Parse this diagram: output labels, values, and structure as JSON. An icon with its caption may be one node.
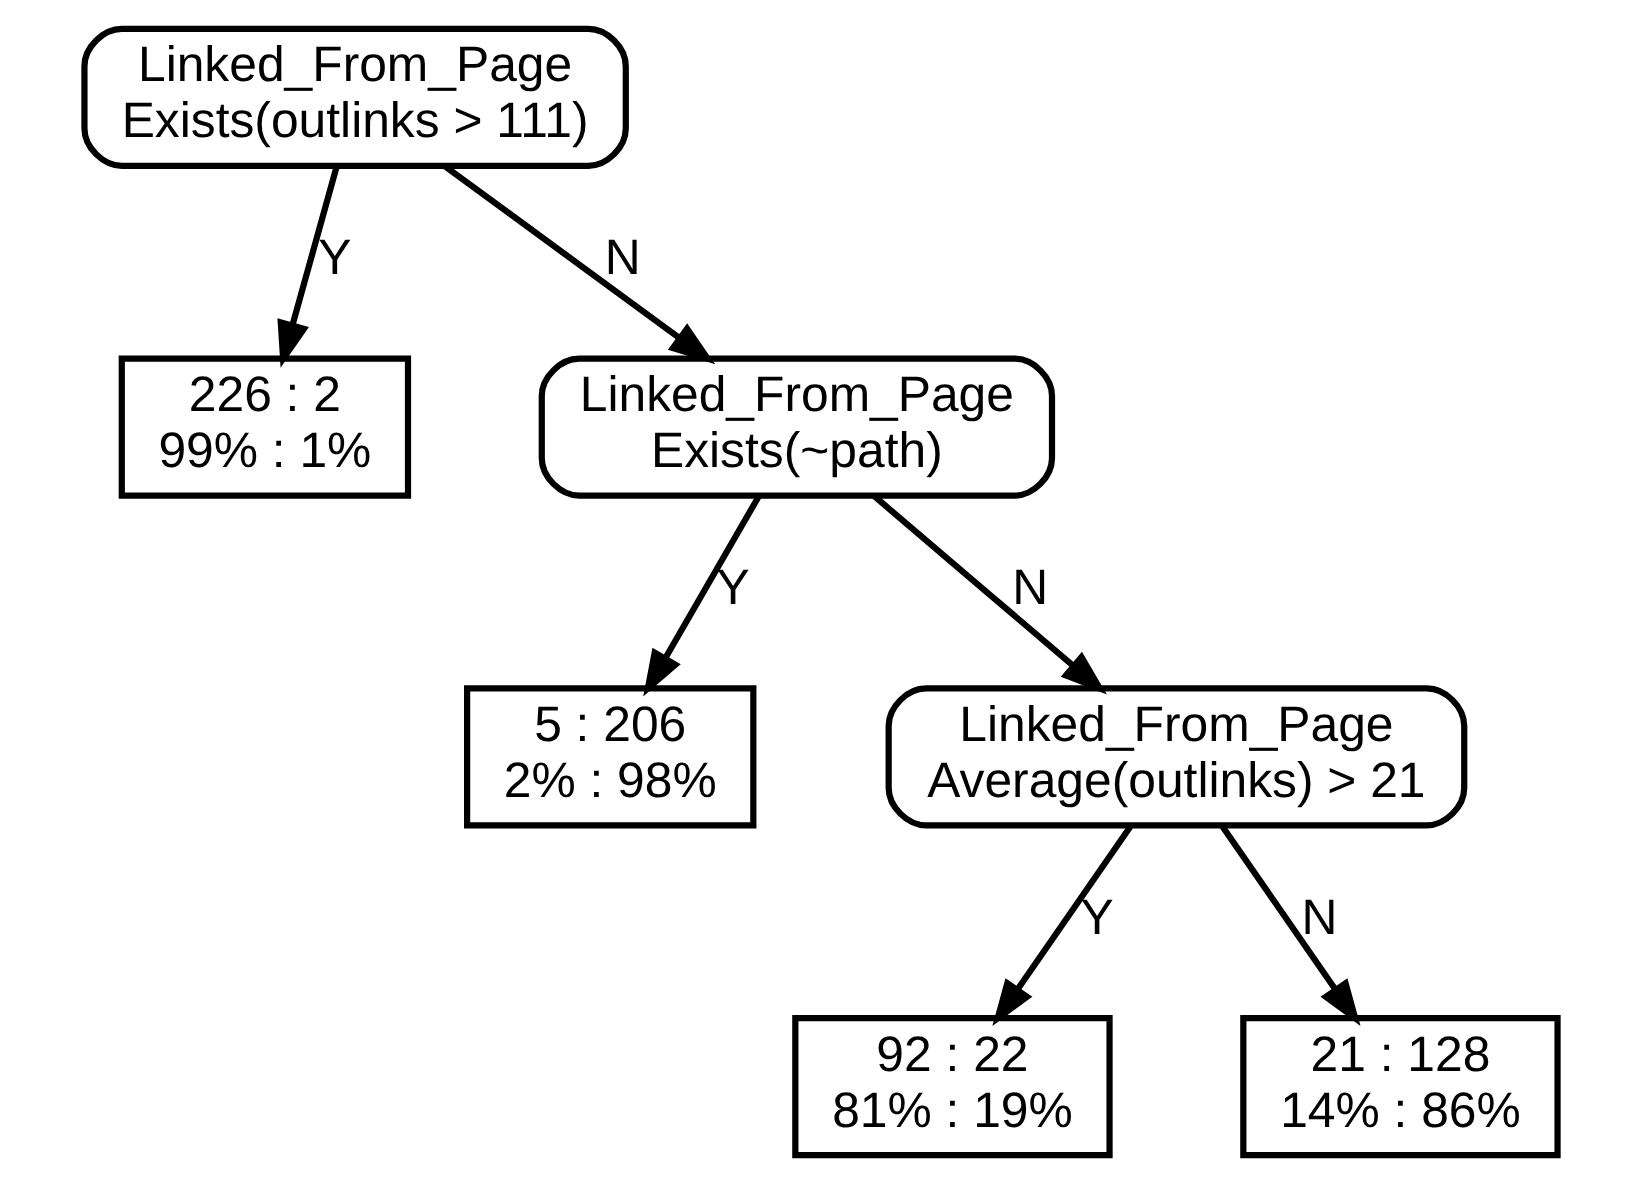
{
  "diagram": {
    "nodes": [
      {
        "text": [
          "Linked_From_Page",
          "Exists(outlinks > 111)"
        ]
      },
      {
        "text": [
          "226 : 2",
          "99% : 1%"
        ]
      },
      {
        "text": [
          "Linked_From_Page",
          "Exists(~path)"
        ]
      },
      {
        "text": [
          "5 : 206",
          "2% : 98%"
        ]
      },
      {
        "text": [
          "Linked_From_Page",
          "Average(outlinks) > 21"
        ]
      },
      {
        "text": [
          "92 : 22",
          "81% : 19%"
        ]
      },
      {
        "text": [
          "21 : 128",
          "14% : 86%"
        ]
      }
    ],
    "edges": [
      {
        "from": 0,
        "to": 1,
        "arrow": "to",
        "label": "Y"
      },
      {
        "from": 0,
        "to": 2,
        "arrow": "to",
        "label": "N"
      },
      {
        "from": 2,
        "to": 3,
        "arrow": "to",
        "label": "Y"
      },
      {
        "from": 2,
        "to": 4,
        "arrow": "to",
        "label": "N"
      },
      {
        "from": 4,
        "to": 5,
        "arrow": "to",
        "label": "Y"
      },
      {
        "from": 4,
        "to": 6,
        "arrow": "to",
        "label": "N"
      }
    ]
  }
}
